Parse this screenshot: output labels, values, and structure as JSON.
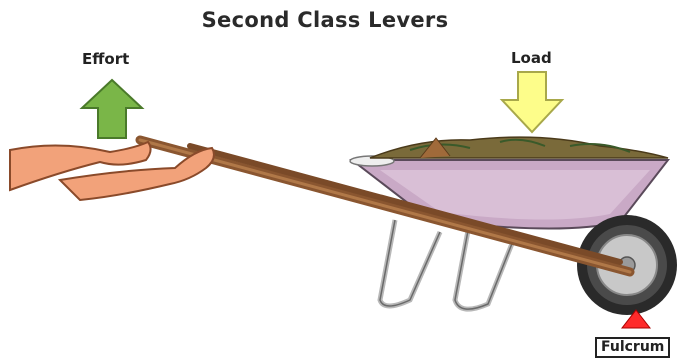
{
  "diagram": {
    "title": "Second Class Levers",
    "labels": {
      "effort": "Effort",
      "load": "Load",
      "fulcrum": "Fulcrum"
    },
    "colors": {
      "effort_arrow": "#7ab648",
      "load_arrow": "#fdfd8a",
      "fulcrum_marker": "#ff2a2a",
      "barrow_tray": "#c9a9c6",
      "handles": "#8a5630",
      "arms": "#f2a27a",
      "soil": "#7a6a3a"
    }
  }
}
